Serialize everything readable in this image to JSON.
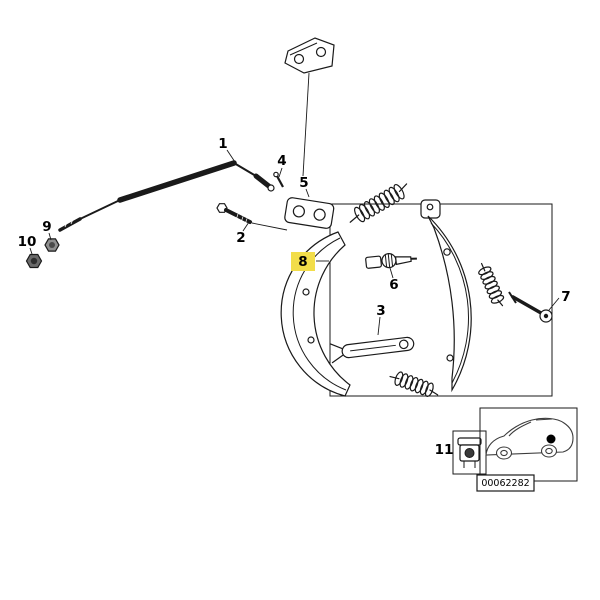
{
  "diagram": {
    "callouts": {
      "c1": "1",
      "c2": "2",
      "c3": "3",
      "c4": "4",
      "c5": "5",
      "c6": "6",
      "c7": "7",
      "c8": "8",
      "c9": "9",
      "c10": "10",
      "c11": "11"
    },
    "highlighted_callout": "8",
    "part_code": "00062282",
    "colors": {
      "background": "#ffffff",
      "line": "#1a1a1a",
      "highlight": "#f2dd49"
    }
  }
}
